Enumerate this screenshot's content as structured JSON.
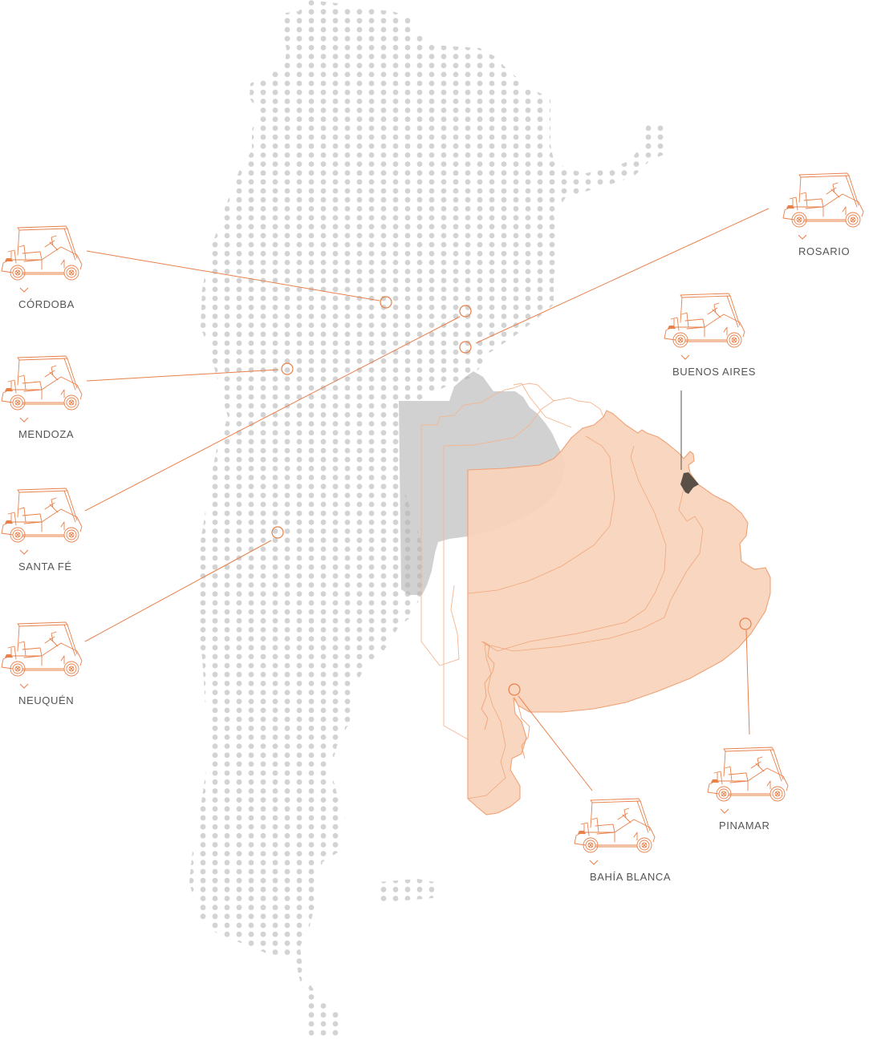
{
  "colors": {
    "accent": "#e8804a",
    "dot": "#d3d3d3",
    "dot_dark": "#b9b9b9",
    "grey_region": "#b8b8b8",
    "province_fill": "#f9d3bc",
    "province_stroke": "#f0a77c",
    "capital_fill": "#5a5047",
    "label": "#555555"
  },
  "locations": [
    {
      "id": "cordoba",
      "name": "CÓRDOBA"
    },
    {
      "id": "mendoza",
      "name": "MENDOZA"
    },
    {
      "id": "santa-fe",
      "name": "SANTA FÉ"
    },
    {
      "id": "neuquen",
      "name": "NEUQUÉN"
    },
    {
      "id": "rosario",
      "name": "ROSARIO"
    },
    {
      "id": "buenos-aires",
      "name": "BUENOS AIRES"
    },
    {
      "id": "pinamar",
      "name": "PINAMAR"
    },
    {
      "id": "bahia-blanca",
      "name": "BAHÍA BLANCA"
    }
  ],
  "icons": {
    "cart": "golf-cart-icon",
    "chevron": "chevron-down-icon",
    "marker": "location-ring-icon"
  }
}
